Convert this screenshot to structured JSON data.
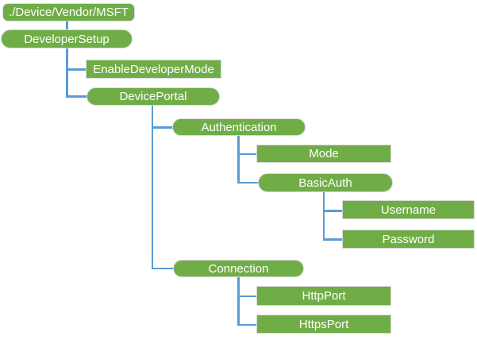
{
  "diagram": {
    "type": "tree",
    "description": "Configuration service provider node tree",
    "root_label": "./Device/Vendor/MSFT"
  },
  "colors": {
    "node_fill": "#70AD47",
    "node_border": "#D9D9D9",
    "connector": "#5B9BD5",
    "node_text": "#FFFFFF",
    "background": "#FFFFFF"
  },
  "nodes": [
    {
      "id": "root",
      "label": "./Device/Vendor/MSFT",
      "shape": "rounded-rect"
    },
    {
      "id": "developer-setup",
      "label": "DeveloperSetup",
      "shape": "pill"
    },
    {
      "id": "enable-developer-mode",
      "label": "EnableDeveloperMode",
      "shape": "rect"
    },
    {
      "id": "device-portal",
      "label": "DevicePortal",
      "shape": "pill"
    },
    {
      "id": "authentication",
      "label": "Authentication",
      "shape": "pill"
    },
    {
      "id": "mode",
      "label": "Mode",
      "shape": "rect"
    },
    {
      "id": "basic-auth",
      "label": "BasicAuth",
      "shape": "pill"
    },
    {
      "id": "username",
      "label": "Username",
      "shape": "rect"
    },
    {
      "id": "password",
      "label": "Password",
      "shape": "rect"
    },
    {
      "id": "connection",
      "label": "Connection",
      "shape": "pill"
    },
    {
      "id": "http-port",
      "label": "HttpPort",
      "shape": "rect"
    },
    {
      "id": "https-port",
      "label": "HttpsPort",
      "shape": "rect"
    }
  ],
  "edges": [
    {
      "parent": "./Device/Vendor/MSFT",
      "child": "DeveloperSetup"
    },
    {
      "parent": "DeveloperSetup",
      "child": "EnableDeveloperMode"
    },
    {
      "parent": "DeveloperSetup",
      "child": "DevicePortal"
    },
    {
      "parent": "DevicePortal",
      "child": "Authentication"
    },
    {
      "parent": "Authentication",
      "child": "Mode"
    },
    {
      "parent": "Authentication",
      "child": "BasicAuth"
    },
    {
      "parent": "BasicAuth",
      "child": "Username"
    },
    {
      "parent": "BasicAuth",
      "child": "Password"
    },
    {
      "parent": "DevicePortal",
      "child": "Connection"
    },
    {
      "parent": "Connection",
      "child": "HttpPort"
    },
    {
      "parent": "Connection",
      "child": "HttpsPort"
    }
  ]
}
